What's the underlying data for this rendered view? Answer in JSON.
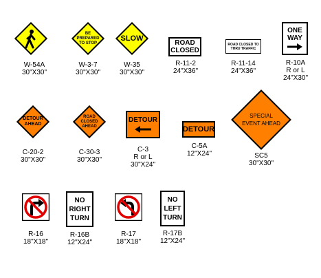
{
  "signs": [
    {
      "text": "",
      "code": "W-54A",
      "size": "30\"X30\""
    },
    {
      "text": "BE PREPARED TO STOP",
      "code": "W-3-7",
      "size": "30\"X30\""
    },
    {
      "text": "SLOW",
      "code": "W-35",
      "size": "30\"X30\""
    },
    {
      "text": "ROAD CLOSED",
      "code": "R-11-2",
      "size": "24\"X36\""
    },
    {
      "text": "ROAD CLOSED TO THRU TRAFFIC",
      "code": "R-11-14",
      "size": "24\"X36\""
    },
    {
      "text": "ONE WAY",
      "code": "R-10A",
      "variant": "R or L",
      "size": "24\"X30\""
    },
    {
      "text": "DETOUR AHEAD",
      "code": "C-20-2",
      "size": "30\"X30\""
    },
    {
      "text": "ROAD CLOSED AHEAD",
      "code": "C-30-3",
      "size": "30\"X30\""
    },
    {
      "text": "DETOUR",
      "code": "C-3",
      "variant": "R or L",
      "size": "30\"X24\""
    },
    {
      "text": "DETOUR",
      "code": "C-5A",
      "size": "12\"X24\""
    },
    {
      "text": "SPECIAL EVENT AHEAD",
      "code": "SC5",
      "size": "30\"X30\""
    },
    {
      "text": "",
      "code": "R-16",
      "size": "18\"X18\""
    },
    {
      "text": "NO RIGHT TURN",
      "code": "R-16B",
      "size": "12\"X24\""
    },
    {
      "text": "",
      "code": "R-17",
      "size": "18\"X18\""
    },
    {
      "text": "NO LEFT TURN",
      "code": "R-17B",
      "size": "12\"X24\""
    }
  ],
  "colors": {
    "warning_yellow": "#ffff00",
    "construction_orange": "#ff8000",
    "regulatory_red": "#e00000",
    "black": "#000000",
    "white": "#ffffff"
  }
}
